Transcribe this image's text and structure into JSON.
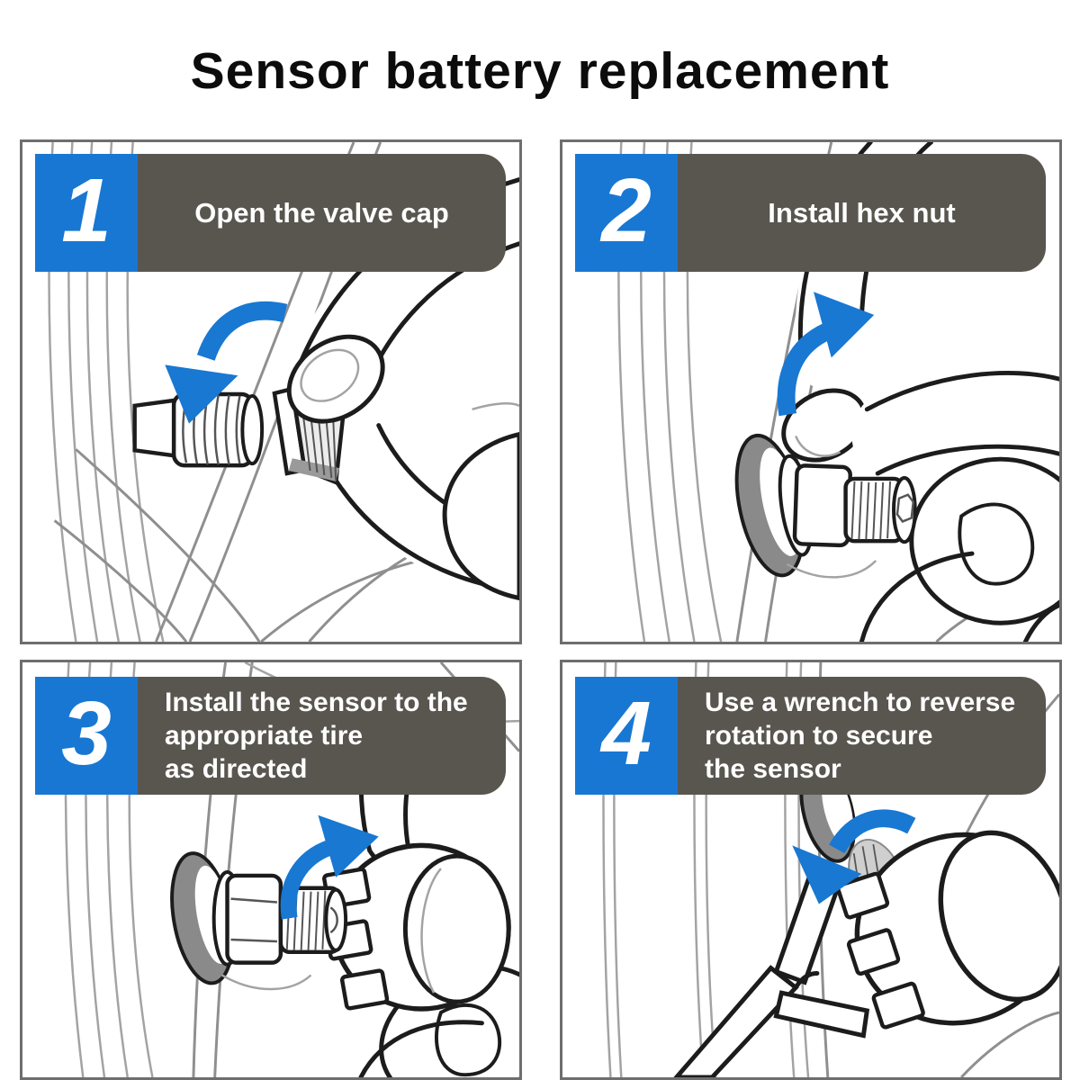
{
  "title": "Sensor battery replacement",
  "colors": {
    "step_badge_blue": "#1877d3",
    "banner_gray": "#59554f",
    "panel_border_gray": "#6e6e6e",
    "arrow_blue": "#1878d2",
    "caption_text": "#ffffff",
    "title_text": "#0c0c0c"
  },
  "steps": [
    {
      "number": "1",
      "caption_lines": [
        "Open the valve cap"
      ],
      "arrow_direction": "counterclockwise"
    },
    {
      "number": "2",
      "caption_lines": [
        "Install hex nut"
      ],
      "arrow_direction": "clockwise"
    },
    {
      "number": "3",
      "caption_lines": [
        "Install the sensor to the",
        "appropriate tire",
        "as directed"
      ],
      "arrow_direction": "clockwise"
    },
    {
      "number": "4",
      "caption_lines": [
        "Use a wrench to reverse",
        "rotation to secure",
        "the sensor"
      ],
      "arrow_direction": "counterclockwise"
    }
  ]
}
